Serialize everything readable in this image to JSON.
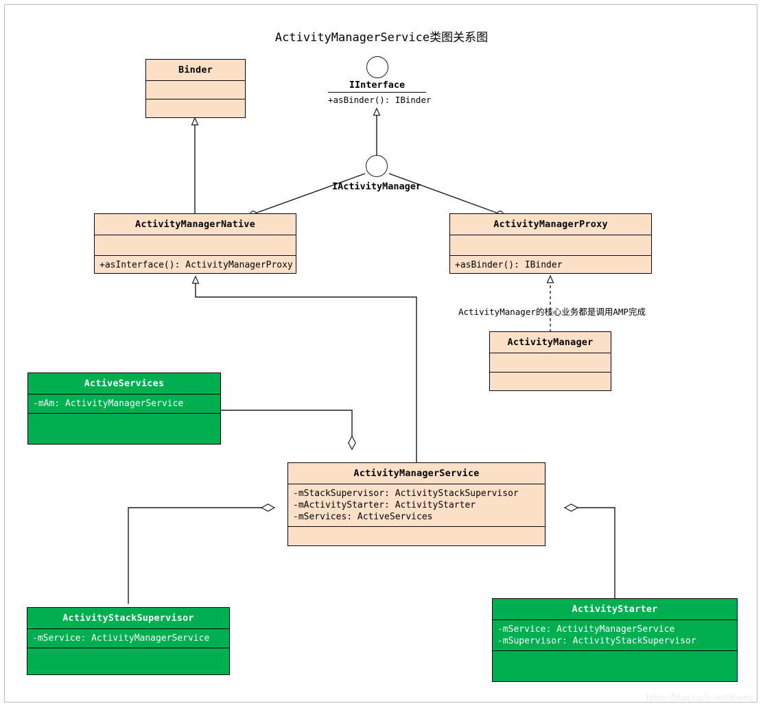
{
  "page": {
    "title": "ActivityManagerService类图关系图",
    "watermark": "https://blog.csdn.net/tkwxty",
    "colors": {
      "class_fill": "#FCE0C8",
      "highlight_fill": "#00AF50",
      "line": "#000000",
      "border": "#B9B9B9",
      "watermark": "#ECECEC"
    }
  },
  "interfaces": {
    "iinterface": {
      "name": "IInterface",
      "method": "+asBinder(): IBinder"
    },
    "iactivitymanager": {
      "name": "IActivityManager"
    }
  },
  "classes": {
    "binder": {
      "name": "Binder",
      "attributes": "",
      "methods": ""
    },
    "activity_manager_native": {
      "name": "ActivityManagerNative",
      "attributes": "",
      "methods": "+asInterface(): ActivityManagerProxy"
    },
    "activity_manager_proxy": {
      "name": "ActivityManagerProxy",
      "attributes": "",
      "methods": "+asBinder(): IBinder"
    },
    "activity_manager": {
      "name": "ActivityManager",
      "attributes": "",
      "methods": ""
    },
    "active_services": {
      "name": "ActiveServices",
      "attributes": "-mAm: ActivityManagerService",
      "methods": ""
    },
    "activity_manager_service": {
      "name": "ActivityManagerService",
      "attributes": "-mStackSupervisor: ActivityStackSupervisor\n-mActivityStarter: ActivityStarter\n-mServices: ActiveServices",
      "methods": ""
    },
    "activity_stack_supervisor": {
      "name": "ActivityStackSupervisor",
      "attributes": "-mService: ActivityManagerService",
      "methods": ""
    },
    "activity_starter": {
      "name": "ActivityStarter",
      "attributes": "-mService: ActivityManagerService\n-mSupervisor: ActivityStackSupervisor",
      "methods": ""
    }
  },
  "annotations": {
    "amp_note": "ActivityManager的核心业务都是调用AMP完成"
  }
}
